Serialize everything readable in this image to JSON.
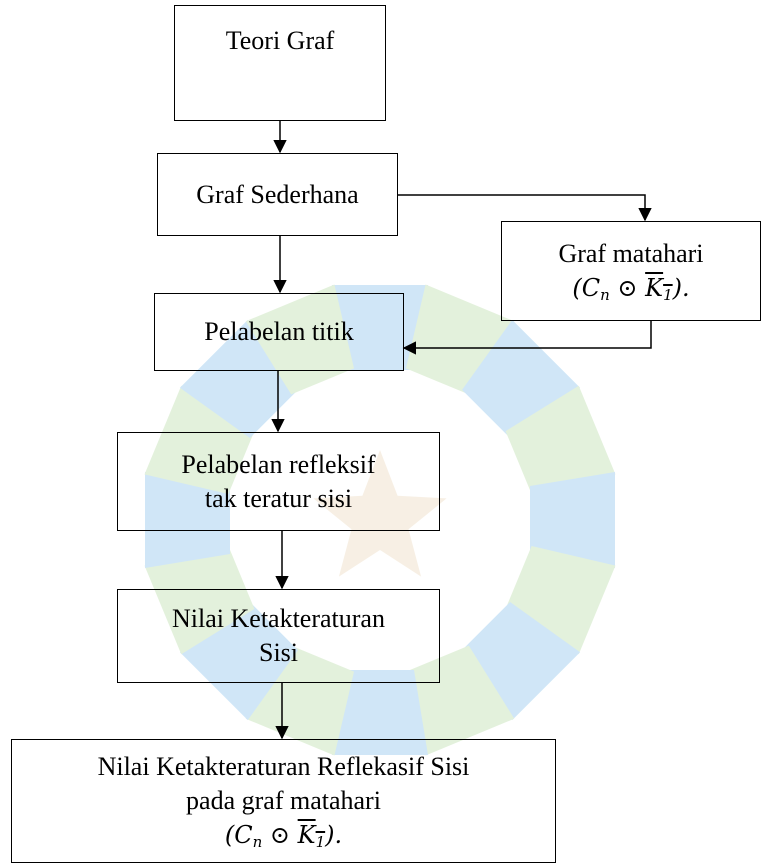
{
  "watermark": {
    "colors": [
      "#5aa9e6",
      "#9cce84",
      "#e3c9a0"
    ]
  },
  "nodes": {
    "teori_graf": {
      "lines": [
        "Teori Graf"
      ]
    },
    "graf_sederhana": {
      "lines": [
        "Graf Sederhana"
      ]
    },
    "graf_matahari": {
      "lines": [
        "Graf matahari"
      ],
      "formula": {
        "open": "(",
        "cn": "C",
        "cn_sub": "n",
        "op": "⊙",
        "k": "K",
        "k_sub": "1",
        "close": ").",
        "prefix": ""
      }
    },
    "pelabelan_titik": {
      "lines": [
        "Pelabelan titik"
      ]
    },
    "pelabelan_refleksif": {
      "lines": [
        "Pelabelan refleksif",
        "tak teratur sisi"
      ]
    },
    "nilai_ketakteraturan": {
      "lines": [
        "Nilai Ketakteraturan",
        "Sisi"
      ]
    },
    "nilai_refleksif": {
      "lines": [
        "Nilai Ketakteraturan Reflekasif Sisi"
      ],
      "formula": {
        "prefix": "pada graf matahari ",
        "open": "(",
        "cn": "C",
        "cn_sub": "n",
        "op": "⊙",
        "k": "K",
        "k_sub": "1",
        "close": ")."
      }
    }
  }
}
